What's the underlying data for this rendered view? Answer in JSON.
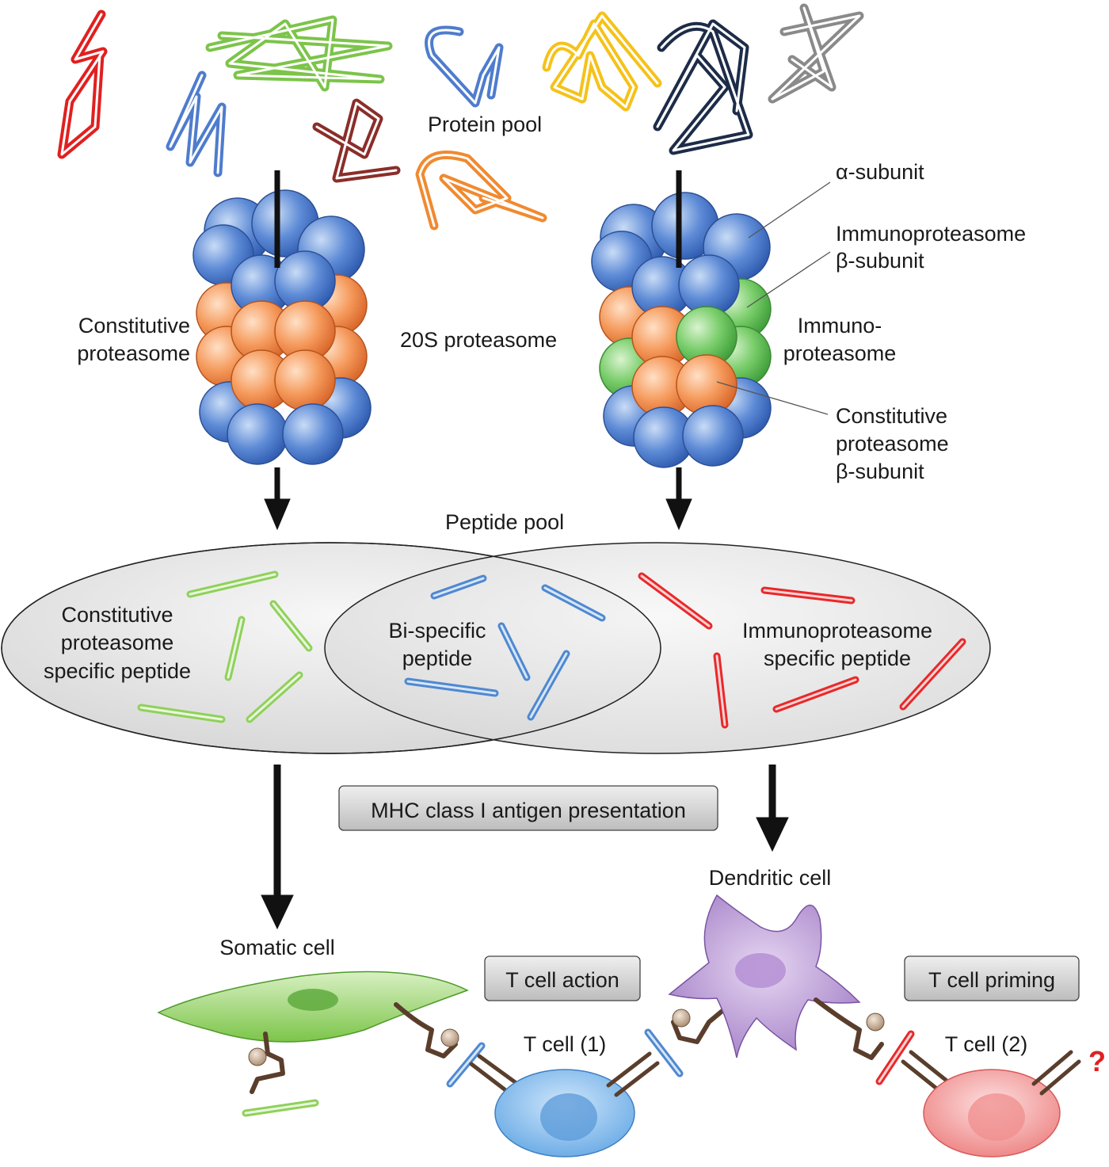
{
  "labels": {
    "protein_pool": "Protein pool",
    "proteasome_20s": "20S proteasome",
    "constitutive_proteasome": [
      "Constitutive",
      "proteasome"
    ],
    "alpha_subunit": "α-subunit",
    "immuno_beta_subunit": [
      "Immunoproteasome",
      "β-subunit"
    ],
    "immunoproteasome": [
      "Immuno-",
      "proteasome"
    ],
    "constitutive_beta_subunit": [
      "Constitutive",
      "proteasome",
      "β-subunit"
    ],
    "peptide_pool": "Peptide pool",
    "constitutive_specific_peptide": [
      "Constitutive",
      "proteasome",
      "specific peptide"
    ],
    "bi_specific_peptide": [
      "Bi-specific",
      "peptide"
    ],
    "immuno_specific_peptide": [
      "Immunoproteasome",
      "specific peptide"
    ],
    "mhc_box": "MHC class I antigen presentation",
    "dendritic_cell": "Dendritic cell",
    "somatic_cell": "Somatic cell",
    "t_cell_action": "T cell action",
    "t_cell_priming": "T cell priming",
    "t_cell_1": "T cell (1)",
    "t_cell_2": "T cell (2)",
    "question_mark": "?"
  },
  "colors": {
    "alpha_blue": "#4f7ccd",
    "constitutive_orange": "#f28a4c",
    "immuno_green": "#6dc563",
    "peptide_green": "#8fd15a",
    "peptide_blue": "#4f88d0",
    "peptide_red": "#e8292b",
    "somatic_green": "#7ec84a",
    "dendritic_purple": "#a884c6",
    "tcell1_blue": "#6aaee6",
    "tcell2_red": "#ef7878",
    "mhc_brown": "#5a3e2b",
    "question_red": "#e02020"
  }
}
